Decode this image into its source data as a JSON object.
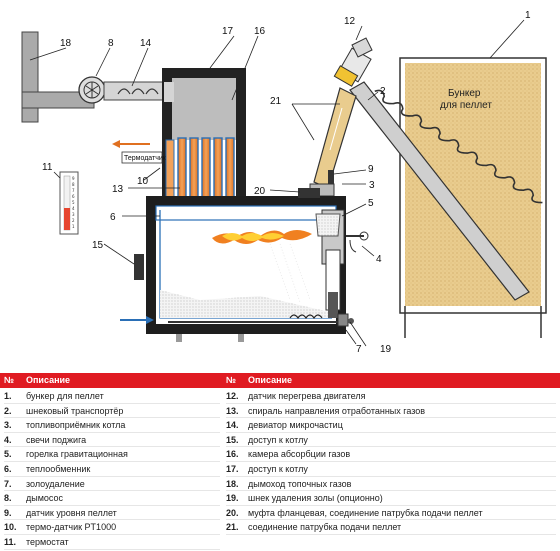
{
  "labels": {
    "n1": "1",
    "n2": "2",
    "n3": "3",
    "n4": "4",
    "n5": "5",
    "n6": "6",
    "n7": "7",
    "n8": "8",
    "n9": "9",
    "n10": "10",
    "n11": "11",
    "n12": "12",
    "n13": "13",
    "n14": "14",
    "n15": "15",
    "n16": "16",
    "n17": "17",
    "n18": "18",
    "n19": "19",
    "n20": "20",
    "n21": "21"
  },
  "bunker_label_1": "Бункер",
  "bunker_label_2": "для пеллет",
  "thermostat_tag": "Термодатчик",
  "thermometer_scale": [
    "9",
    "8",
    "7",
    "6",
    "5",
    "4",
    "3",
    "2",
    "1"
  ],
  "legend": {
    "header_num": "№",
    "header_desc": "Описание",
    "left": [
      {
        "num": "1.",
        "text": "бункер для пеллет"
      },
      {
        "num": "2.",
        "text": "шнековый транспортёр"
      },
      {
        "num": "3.",
        "text": "топливоприёмник котла"
      },
      {
        "num": "4.",
        "text": "свечи поджига"
      },
      {
        "num": "5.",
        "text": "горелка гравитационная"
      },
      {
        "num": "6.",
        "text": "теплообменник"
      },
      {
        "num": "7.",
        "text": "золоудаление"
      },
      {
        "num": "8.",
        "text": "дымосос"
      },
      {
        "num": "9.",
        "text": "датчик уровня пеллет"
      },
      {
        "num": "10.",
        "text": "термо-датчик PT1000"
      },
      {
        "num": "11.",
        "text": "термостат"
      }
    ],
    "right": [
      {
        "num": "12.",
        "text": "датчик перегрева двигателя"
      },
      {
        "num": "13.",
        "text": "спираль направления отработанных газов"
      },
      {
        "num": "14.",
        "text": "девиатор микрочастиц"
      },
      {
        "num": "15.",
        "text": "доступ к котлу"
      },
      {
        "num": "16.",
        "text": "камера абсорбции газов"
      },
      {
        "num": "17.",
        "text": "доступ к котлу"
      },
      {
        "num": "18.",
        "text": "дымоход топочных газов"
      },
      {
        "num": "19.",
        "text": "шнек удаления золы (опционно)"
      },
      {
        "num": "20.",
        "text": "муфта фланцевая, соединение патрубка подачи пеллет"
      },
      {
        "num": "21.",
        "text": "соединение патрубка подачи пеллет"
      }
    ]
  }
}
